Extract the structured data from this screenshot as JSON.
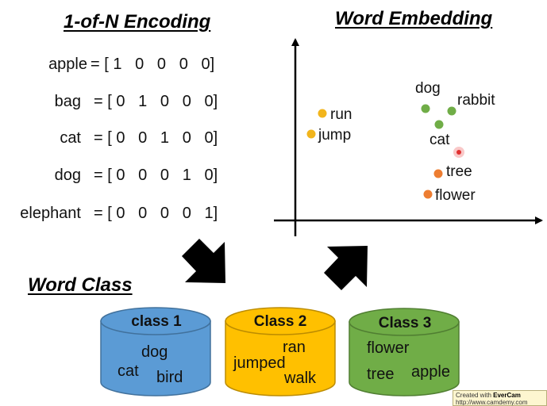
{
  "headings": {
    "encoding": "1-of-N Encoding",
    "embedding": "Word Embedding",
    "word_class": "Word Class"
  },
  "encoding_rows": [
    {
      "word": "apple",
      "vector": "= [ 1   0   0   0   0]"
    },
    {
      "word": "bag",
      "vector": "= [ 0   1   0   0   0]"
    },
    {
      "word": "cat",
      "vector": "= [ 0   0   1   0   0]"
    },
    {
      "word": "dog",
      "vector": "= [ 0   0   0   1   0]"
    },
    {
      "word": "elephant",
      "vector": "= [ 0   0   0   0   1]"
    }
  ],
  "embedding_points": [
    {
      "label": "run",
      "color": "#f2b51c"
    },
    {
      "label": "jump",
      "color": "#f2b51c"
    },
    {
      "label": "dog",
      "color": "#70ad47"
    },
    {
      "label": "rabbit",
      "color": "#70ad47"
    },
    {
      "label": "cat",
      "color": "#70ad47"
    },
    {
      "label": "tree",
      "color": "#ed7d31"
    },
    {
      "label": "flower",
      "color": "#ed7d31"
    }
  ],
  "classes": [
    {
      "title": "class 1",
      "color": "#5b9bd5",
      "words": [
        "dog",
        "cat",
        "bird"
      ]
    },
    {
      "title": "Class 2",
      "color": "#ffc000",
      "words": [
        "ran",
        "jumped",
        "walk"
      ]
    },
    {
      "title": "Class 3",
      "color": "#70ad47",
      "words": [
        "flower",
        "tree",
        "apple"
      ]
    }
  ],
  "watermark": {
    "prefix": "Created with ",
    "brand": "EverCam",
    "url": "http://www.camdemy.com"
  },
  "colors": {
    "pointer_dot": "#e03030",
    "arrow": "#000000"
  }
}
